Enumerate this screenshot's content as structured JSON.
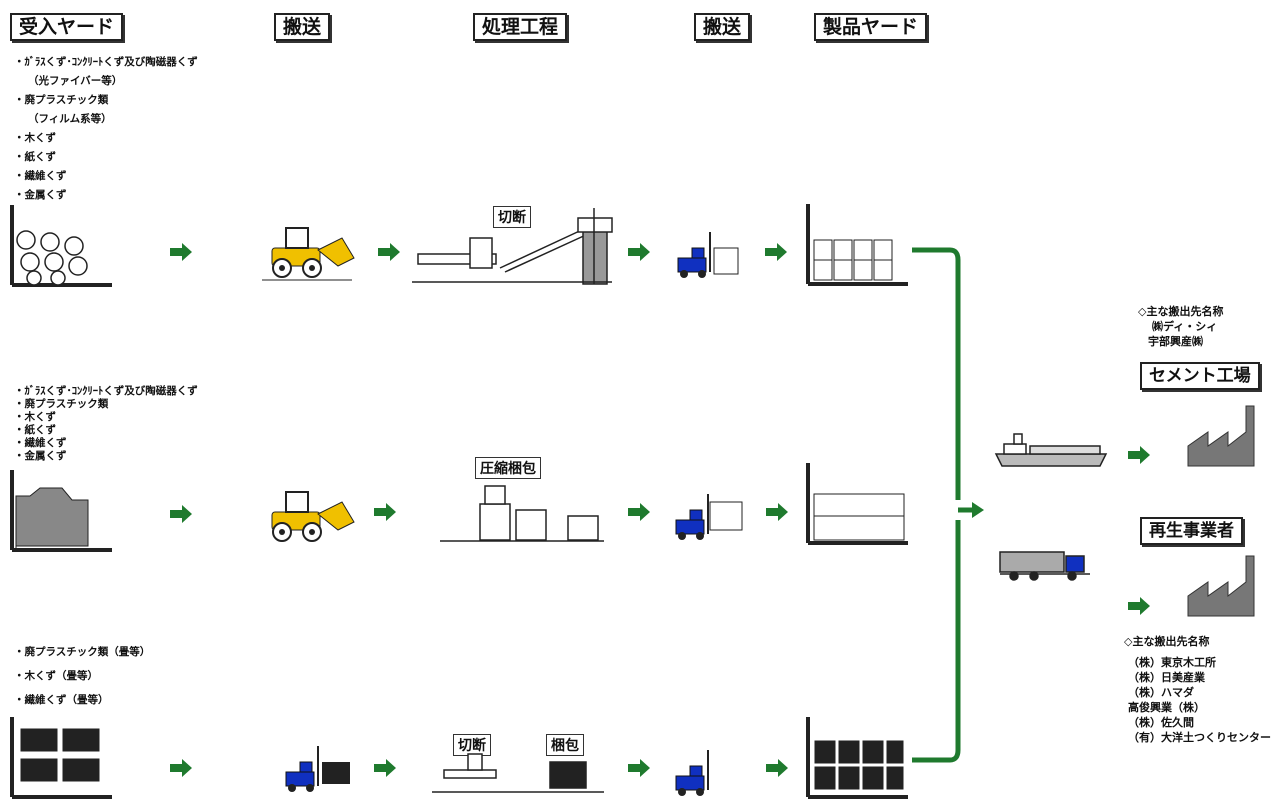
{
  "headers": {
    "receive_yard": "受入ヤード",
    "transport1": "搬送",
    "process": "処理工程",
    "transport2": "搬送",
    "product_yard": "製品ヤード"
  },
  "row1": {
    "items": [
      "・ｶﾞﾗｽくず･ｺﾝｸﾘｰﾄくず及び陶磁器くず",
      "（光ファイバー等）",
      "・廃プラスチック類",
      "（フィルム系等）",
      "・木くず",
      "・紙くず",
      "・繊維くず",
      "・金属くず"
    ],
    "process_label": "切断"
  },
  "row2": {
    "items": [
      "・ｶﾞﾗｽくず･ｺﾝｸﾘｰﾄくず及び陶磁器くず",
      "・廃プラスチック類",
      "・木くず",
      "・紙くず",
      "・繊維くず",
      "・金属くず"
    ],
    "process_label": "圧縮梱包"
  },
  "row3": {
    "items": [
      "・廃プラスチック類（畳等）",
      "・木くず（畳等）",
      "・繊維くず（畳等）"
    ],
    "cut_label": "切断",
    "pack_label": "梱包"
  },
  "cement": {
    "heading": "◇主な搬出先名称",
    "companies": [
      "㈱ディ・シィ",
      "宇部興産㈱"
    ],
    "title": "セメント工場"
  },
  "recycler": {
    "title": "再生事業者",
    "heading": "◇主な搬出先名称",
    "companies": [
      "（株）東京木工所",
      "（株）日美産業",
      "（株）ハマダ",
      "高俊興業（株）",
      "（株）佐久間",
      "（有）大洋土つくりセンター"
    ]
  },
  "colors": {
    "arrow": "#1f7a2e",
    "loader": "#f0c000",
    "truck": "#1030c0",
    "factory": "#777777"
  }
}
